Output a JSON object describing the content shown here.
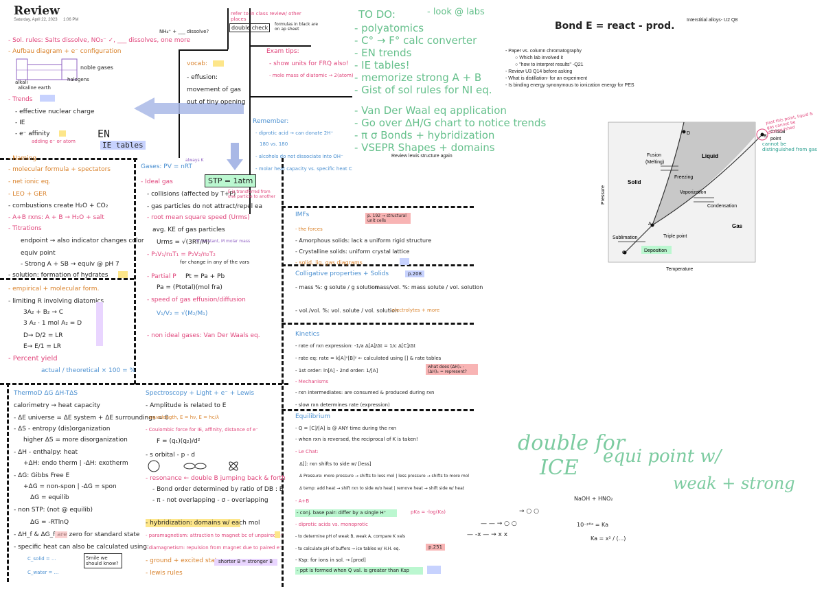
{
  "header": {
    "title": "Review",
    "date": "Saturday, April 22, 2023",
    "time": "1:06 PM"
  },
  "left": {
    "sol_rules": "- Sol. rules: Salts dissolve, NO₃⁻ ✓, ___ dissolves, one more",
    "nh4": "NH₄⁺ + ___ dissolve?",
    "aufbau": "- Aufbau diagram + e⁻ configuration",
    "noble": "noble gases",
    "halogens": "halogens",
    "alkali": "alkali",
    "alkaline": "alkaline earth",
    "trends": "- Trends",
    "effective": "- effective nuclear charge",
    "ie": "- IE",
    "affinity": "- e⁻ affinity",
    "adding": "adding e⁻ or atom",
    "en": "EN",
    "ie_tables": "IE tables",
    "naming": "- Naming",
    "molecular": "- molecular formula + spectators",
    "net_ionic": "- net ionic eq.",
    "leo": "- LEO + GER",
    "combustion": "- combustions create H₂O + CO₂",
    "ab": "- A+B rxns: A + B → H₂O + salt",
    "titrations": "- Titrations",
    "endpoint": "endpoint → also indicator changes color",
    "equiv": "equiv point",
    "strong": "- Strong A + SB → equiv @ pH 7",
    "solution": "- solution: formation of hydrates",
    "empirical": "- empirical + molecular form.",
    "limiting": "- limiting R involving diatomics",
    "r1": "3A₂ + B₂ → C",
    "r2": "3 A₂ · 1 mol A₂ = D",
    "r3": "D→ D/2 = LR",
    "r4": "E→ E/1 = LR",
    "percent": "- Percent yield",
    "actual": "actual / theoretical × 100 = %",
    "thermo": "ThermoD ΔG ΔH-TΔS",
    "calorimetry": "calorimetry → heat capacity",
    "delta_e": "- ΔE universe = ΔE system + ΔE surroundings = 0",
    "entropy": "- ΔS - entropy (dis)organization",
    "higher": "higher ΔS = more disorganization",
    "enthalpy": "- ΔH - enthalpy: heat",
    "endo": "+ΔH: endo therm | -ΔH: exotherm",
    "gibbs": "- ΔG: Gibbs Free E",
    "spon": "+ΔG = non-spon | -ΔG = spon",
    "equil": "ΔG = equilib",
    "nonstp": "- non STP: (not @ equilib)",
    "eq2": "ΔG = -RTlnQ",
    "zero": "- ΔH_f & ΔG_f are zero for standard state",
    "specific": "- specific heat can also be calculated using:",
    "c1": "C_solid = ...",
    "c2": "C_water = ...",
    "smile": "Smile we should know?"
  },
  "middle": {
    "refer": "refer to in class review/ other places",
    "double_check": "double check",
    "formulas": "formulas in black are on ap sheet",
    "vocab": "vocab:",
    "effusion": "- effusion: movement of gas out of tiny opening",
    "exam": "Exam tips:",
    "tip1": "- show units for FRQ also!",
    "tip2": "- mole mass of diatomic → 2(atom)",
    "remember": "Remember:",
    "rem1": "- diprotic acid → can donate 2H⁺",
    "rem2": "180 vs. 180",
    "rem3": "- alcohols do not dissociate into OH⁻",
    "rem4": "- molar heat capacity vs. specific heat C",
    "gases": "Gases: PV = nRT",
    "always_k": "always K",
    "stp": "STP = 1atm",
    "ideal": "- Ideal gas",
    "collisions": "- collisions (affected by T+P)",
    "transferred": "E is transferred from one particle to another",
    "attract": "- gas particles do not attract/repel ea",
    "rms": "- root mean square speed (Urms)",
    "avg": "avg. KE of gas particles",
    "urms": "Urms = √(3RT/M)",
    "r_const": "R constant, M molar mass",
    "pv": "- P₁V₁/n₁T₁ = P₂V₂/n₂T₂",
    "change": "for change in any of the vars",
    "partial": "- Partial P",
    "ptot": "Pt = Pa + Pb",
    "pa": "Pa = (Ptotal)(mol fra)",
    "speed": "- speed of gas effusion/diffusion",
    "graham": "V₁/V₂ = √(M₂/M₁)",
    "nonideal": "- non ideal gases: Van Der Waals eq.",
    "spectro": "Spectroscopy + Light + e⁻ + Lewis",
    "amplitude": "- Amplitude is related to E",
    "wavelength": "- wavelength, E = hν, E = hc/λ",
    "coulomb": "- Coulombic force for IE, affinity, distance of e⁻",
    "force": "F = (q₁)(q₂)/d²",
    "orbitals": "- s orbital   - p   - d",
    "resonance": "- resonance ← double B jumping back & forth",
    "bond_order": "- Bond order determined by ratio of DB : B",
    "pi": "- π - not overlapping   - σ - overlapping",
    "hybrid": "- hybridization: domains w/ each mol",
    "para": "- paramagnetism: attraction to magnet bc of unpaired e⁻",
    "dia": "- diamagnetism: repulsion from magnet due to paired e⁻",
    "ground": "- ground + excited states",
    "shorter": "shorter B = stronger B",
    "lewis": "- lewis rules"
  },
  "right": {
    "todo": "TO DO:",
    "look_labs": "- look @ labs",
    "t1": "- polyatomics",
    "t2": "- C° → F° calc converter",
    "t3": "- EN trends",
    "t4": "- IE tables!",
    "t5": "- memorize strong A + B",
    "t6": "- Gist of sol rules for NI eq.",
    "t7": "- Van Der Waal eq application",
    "t8": "- Go over ΔH/G chart to notice trends",
    "t9": "- π σ Bonds + hybridization",
    "t10": "- VSEPR Shapes + domains",
    "review_lewis": "Review lewis structure again",
    "bond_e": "Bond E = react - prod.",
    "interstitial": "Interstitial alloys- U2 Q8",
    "list": [
      "Paper vs. column chromatography",
      "Which lab involved it",
      "\"how to interpret results\" -Q21",
      "Review U3 Q14 before asking",
      "What is distillation- for an experiment",
      "Is binding energy synonymous to ionization energy for PES"
    ],
    "imfs": "IMFs",
    "p192": "p. 192 → structural unit cells",
    "forces": "- the forces",
    "amorphous": "- Amorphous solids: lack a uniform rigid structure",
    "crystalline": "- Crystalline solids: uniform crystal lattice",
    "phase": "- solid, liq, gas diagrams",
    "colligative": "Colligative properties + Solids",
    "p208": "p.208",
    "mass": "- mass %: g solute / g solution",
    "massvol": "- mass/vol. %: mass solute / vol. solution",
    "volvol": "- vol./vol. %: vol. solute / vol. solution",
    "electrolytes": "- electrolytes + more",
    "kinetics": "Kinetics",
    "rate": "- rate of rxn expression: -1/a Δ[A]/Δt = 1/c Δ[C]/Δt",
    "rate_eq": "- rate eq: rate = k[A]ˣ[B]ʸ  ← calculated using [] & rate tables",
    "first": "- 1st order: ln[A]   - 2nd order: 1/[A]",
    "question": "what does (ΔH)ₓ - (ΔH)ₓ = represent?",
    "mech": "- Mechanisms",
    "intermediates": "- rxn intermediates: are consumed & produced during rxn",
    "slow": "- slow rxn determines rate (expression)",
    "equilibrium": "Equilibrium",
    "q": "- Q = [C]/[A]  is @ ANY time during the rxn",
    "reversed": "- when rxn is reversed, the reciprocal of K is taken!",
    "lechat": "- Le Chat:",
    "shift": "Δ[]: rxn shifts to side w/ [less]",
    "pressure": "Δ Pressure: more pressure → shifts to less mol | less pressure → shifts to more mol",
    "temp": "Δ temp: add heat → shift rxn to side w/o heat | remove heat → shift side w/ heat",
    "ab2": "- A+B",
    "conj": "- conj. base pair: differ by a single H⁺",
    "pka": "pKa = -log(Ka)",
    "diprotic": "- diprotic acids   vs. monoprotic",
    "determine": "- to determine pH of weak B, weak A, compare K vals",
    "buffers": "- to calculate pH of buffers → ice tables w/ H.H. eq.",
    "p251": "p.251",
    "ksp": "- Ksp: for ions in sol. → [prod]",
    "ppt": "- ppt is formed when Q val. is greater than Ksp",
    "big1": "double for",
    "big2": "ICE",
    "big3": "equi point w/",
    "big4": "weak + strong",
    "naoh": "NaOH + HNO₂",
    "ka": "10⁻ᵖᴷᵃ = Ka",
    "kax": "Ka = x² / (...)",
    "ice_row1": "→  ○  ○",
    "ice_row2": "—  —  →  ○  ○",
    "ice_row3": "—  -x  —  →  x  x"
  },
  "phase_diagram": {
    "labels": {
      "solid": "Solid",
      "liquid": "Liquid",
      "gas": "Gas",
      "fusion": "Fusion\n(Melting)",
      "freezing": "Freezing",
      "vaporization": "Vaporization",
      "condensation": "Condensation",
      "sublimation": "Sublimation",
      "deposition": "Deposition",
      "triple": "Triple point",
      "critical": "Critical point",
      "pressure": "Pressure",
      "temperature": "Temperature",
      "a": "A",
      "b": "B",
      "c": "C",
      "d": "D"
    },
    "note1": "past this point, liquid & gas cannot be distinguished",
    "note2": "cannot be distinguished from gas",
    "colors": {
      "liquid": "#c8c8c8",
      "solid_gas": "#e9e9e9",
      "highlight": "#bbf7d0"
    }
  }
}
